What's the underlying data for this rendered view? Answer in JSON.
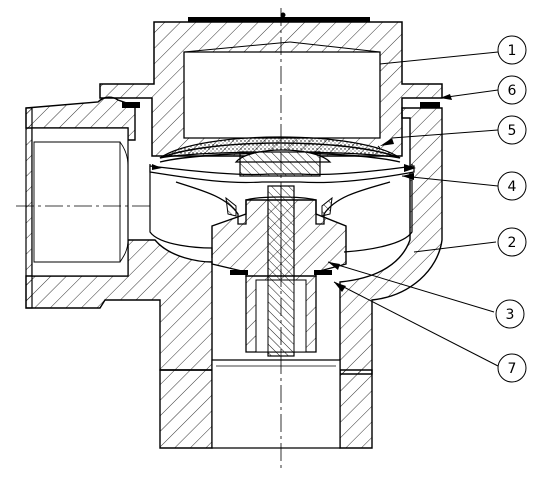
{
  "diagram": {
    "kind": "cross-section",
    "hatch_color": "#000000",
    "outline_color": "#000000",
    "callouts": [
      {
        "id": "c1",
        "label": "1"
      },
      {
        "id": "c6",
        "label": "6"
      },
      {
        "id": "c5",
        "label": "5"
      },
      {
        "id": "c4",
        "label": "4"
      },
      {
        "id": "c2",
        "label": "2"
      },
      {
        "id": "c3",
        "label": "3"
      },
      {
        "id": "c7",
        "label": "7"
      }
    ]
  }
}
